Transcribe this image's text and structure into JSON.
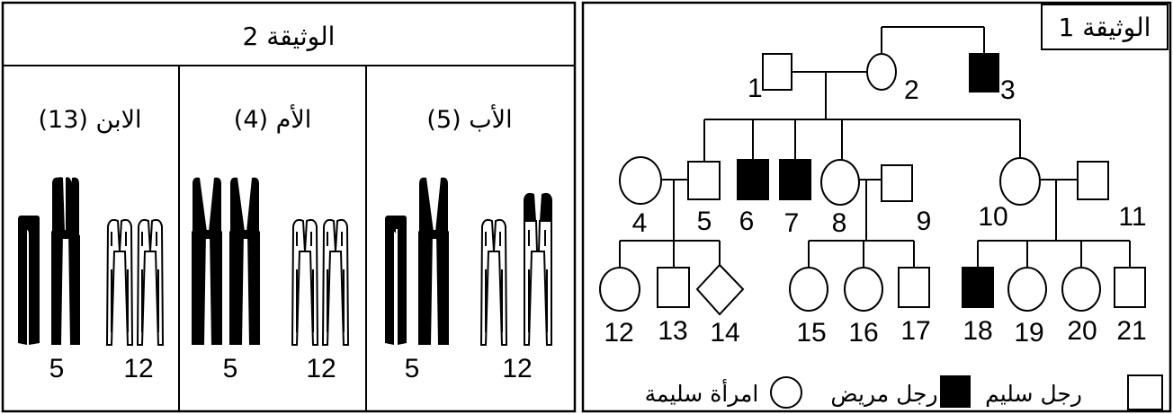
{
  "doc2": {
    "title": "الوثيقة 2",
    "columns": [
      {
        "id": "son",
        "label": "الابن (13)",
        "chr_a_number": "5",
        "chr_b_number": "12"
      },
      {
        "id": "mother",
        "label": "الأم (4)",
        "chr_a_number": "5",
        "chr_b_number": "12"
      },
      {
        "id": "father",
        "label": "الأب (5)",
        "chr_a_number": "5",
        "chr_b_number": "12"
      }
    ]
  },
  "doc1": {
    "title": "الوثيقة 1",
    "individuals": [
      {
        "id": "1",
        "label": "1",
        "shape": "square",
        "status": "healthy"
      },
      {
        "id": "2",
        "label": "2",
        "shape": "circle",
        "status": "healthy"
      },
      {
        "id": "3",
        "label": "3",
        "shape": "square",
        "status": "affected"
      },
      {
        "id": "4",
        "label": "4",
        "shape": "circle",
        "status": "healthy"
      },
      {
        "id": "5",
        "label": "5",
        "shape": "square",
        "status": "healthy"
      },
      {
        "id": "6",
        "label": "6",
        "shape": "square",
        "status": "affected"
      },
      {
        "id": "7",
        "label": "7",
        "shape": "square",
        "status": "affected"
      },
      {
        "id": "8",
        "label": "8",
        "shape": "circle",
        "status": "healthy"
      },
      {
        "id": "9",
        "label": "9",
        "shape": "square",
        "status": "healthy"
      },
      {
        "id": "10",
        "label": "10",
        "shape": "circle",
        "status": "healthy"
      },
      {
        "id": "11",
        "label": "11",
        "shape": "square",
        "status": "healthy"
      },
      {
        "id": "12",
        "label": "12",
        "shape": "circle",
        "status": "healthy"
      },
      {
        "id": "13",
        "label": "13",
        "shape": "square",
        "status": "healthy"
      },
      {
        "id": "14",
        "label": "14",
        "shape": "diamond",
        "status": "unknown"
      },
      {
        "id": "15",
        "label": "15",
        "shape": "circle",
        "status": "healthy"
      },
      {
        "id": "16",
        "label": "16",
        "shape": "circle",
        "status": "healthy"
      },
      {
        "id": "17",
        "label": "17",
        "shape": "square",
        "status": "healthy"
      },
      {
        "id": "18",
        "label": "18",
        "shape": "square",
        "status": "affected"
      },
      {
        "id": "19",
        "label": "19",
        "shape": "circle",
        "status": "healthy"
      },
      {
        "id": "20",
        "label": "20",
        "shape": "circle",
        "status": "healthy"
      },
      {
        "id": "21",
        "label": "21",
        "shape": "square",
        "status": "healthy"
      }
    ],
    "legend": {
      "healthy_man": "رجل سليم",
      "affected_man": "رجل مريض",
      "healthy_woman": "امرأة سليمة"
    }
  }
}
